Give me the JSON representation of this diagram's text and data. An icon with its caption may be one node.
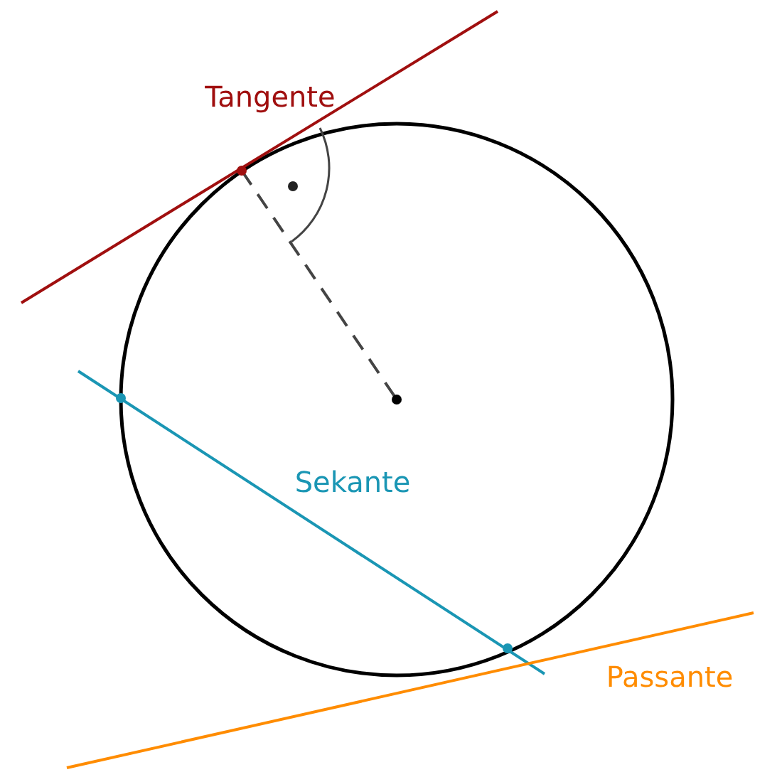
{
  "diagram": {
    "labels": [
      "Tangente",
      "Sekante",
      "Passante"
    ]
  }
}
